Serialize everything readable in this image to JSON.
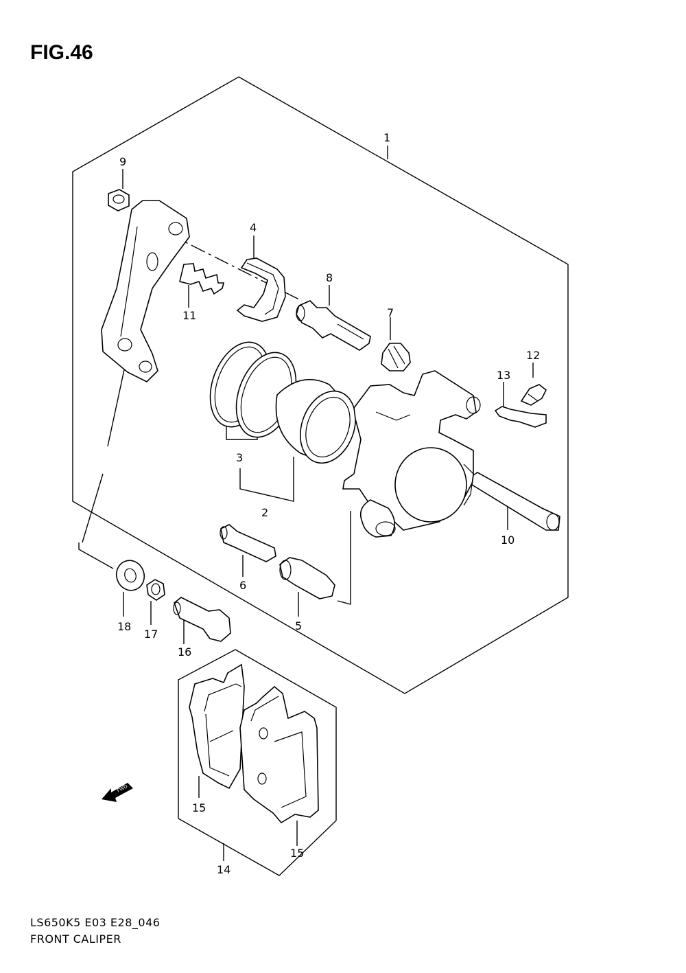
{
  "figure_label": "FIG.46",
  "footer": {
    "model_code": "LS650K5 E03 E28_046",
    "title": "FRONT CALIPER"
  },
  "fwd_label": "FWD",
  "callouts": {
    "c1": "1",
    "c2": "2",
    "c3": "3",
    "c4": "4",
    "c5": "5",
    "c6": "6",
    "c7": "7",
    "c8": "8",
    "c9": "9",
    "c10": "10",
    "c11": "11",
    "c12": "12",
    "c13": "13",
    "c14": "14",
    "c15a": "15",
    "c15b": "15",
    "c16": "16",
    "c17": "17",
    "c18": "18"
  }
}
